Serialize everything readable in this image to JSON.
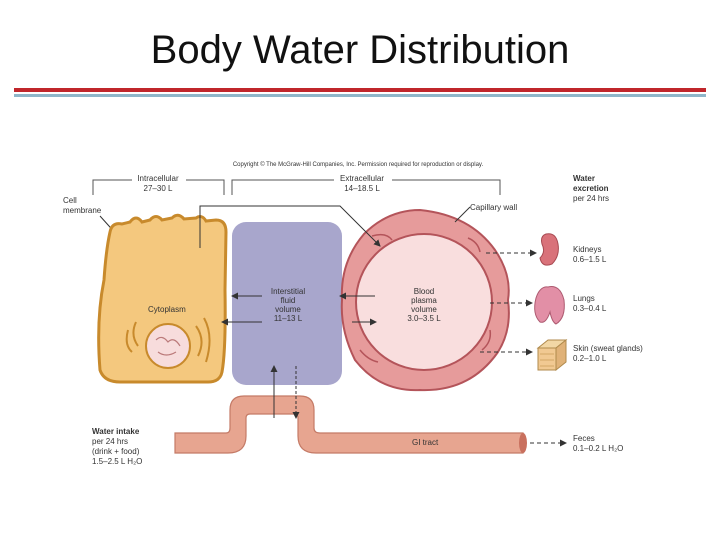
{
  "title": "Body Water Distribution",
  "copyright": "Copyright © The McGraw-Hill Companies, Inc. Permission required for reproduction or display.",
  "brackets": {
    "intracellular": {
      "name": "Intracellular",
      "value": "27–30 L"
    },
    "extracellular": {
      "name": "Extracellular",
      "value": "14–18.5 L"
    }
  },
  "labels": {
    "cell_membrane": [
      "Cell",
      "membrane"
    ],
    "capillary_wall": "Capillary wall",
    "cytoplasm": "Cytoplasm",
    "interstitial": [
      "Interstitial",
      "fluid",
      "volume",
      "11–13 L"
    ],
    "blood_plasma": [
      "Blood",
      "plasma",
      "volume",
      "3.0–3.5 L"
    ],
    "gi_tract": "GI tract"
  },
  "excretion": {
    "header": [
      "Water",
      "excretion",
      "per 24 hrs"
    ],
    "items": [
      {
        "name": "Kidneys",
        "value": "0.6–1.5 L",
        "icon": "kidney-icon"
      },
      {
        "name": "Lungs",
        "value": "0.3–0.4 L",
        "icon": "lungs-icon"
      },
      {
        "name": "Skin (sweat glands)",
        "value": "0.2–1.0 L",
        "icon": "skin-block-icon"
      }
    ],
    "feces": {
      "name": "Feces",
      "value": "0.1–0.2 L H₂O"
    }
  },
  "intake": [
    "Water intake",
    "per 24 hrs",
    "(drink + food)",
    "1.5–2.5 L H₂O"
  ],
  "colors": {
    "cell_fill": "#f4c87e",
    "cell_stroke": "#c88a2c",
    "interstitial_fill": "#a8a6cc",
    "plasma_fill": "#f9dede",
    "capillary_fill": "#e69b9b",
    "capillary_stroke": "#b4545a",
    "gi_fill": "#e7a590",
    "title_rule_red": "#c0262b",
    "title_rule_blue": "#8fb6c9"
  }
}
